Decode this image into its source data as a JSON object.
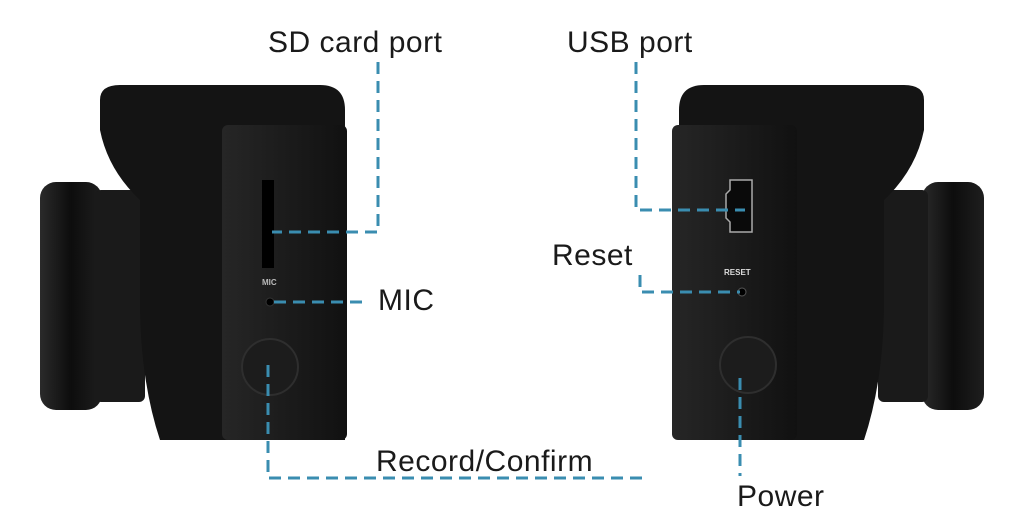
{
  "labels": {
    "sd_card_port": "SD card port",
    "usb_port": "USB port",
    "mic": "MIC",
    "reset": "Reset",
    "record_confirm": "Record/Confirm",
    "power": "Power"
  },
  "device_print": {
    "mic": "MIC",
    "reset": "RESET"
  },
  "colors": {
    "leader_line": "#3a8db0",
    "body": "#151515",
    "text": "#1a1a1a"
  }
}
